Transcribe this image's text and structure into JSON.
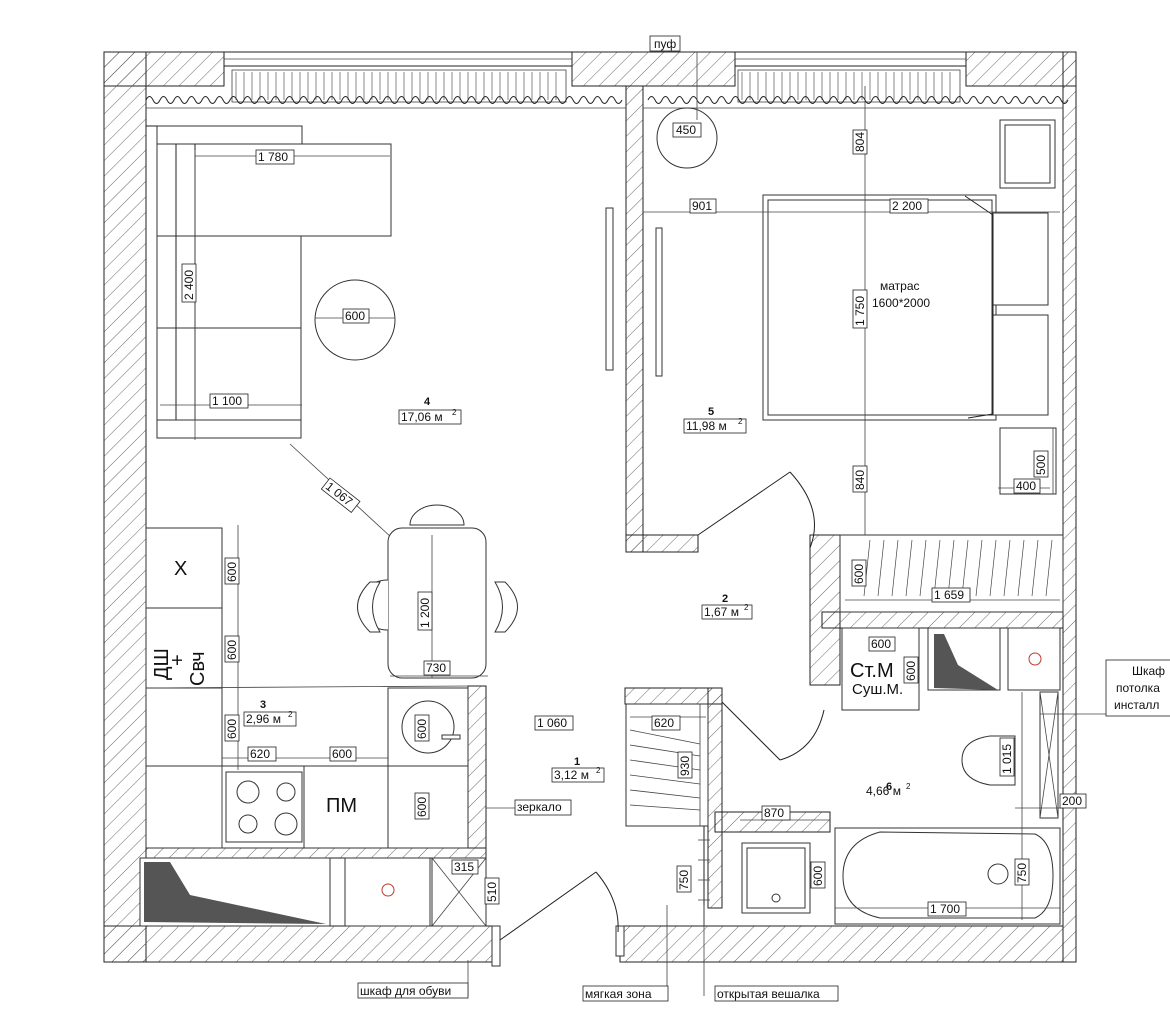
{
  "labels": {
    "pouf": "пуф",
    "mattress_title": "матрас",
    "mattress_size": "1600*2000",
    "wardrobe_note_l1": "Шкаф",
    "wardrobe_note_l2": "потолка",
    "wardrobe_note_l3": "инсталл",
    "shoe_cabinet": "шкаф для обуви",
    "soft_zone": "мягкая зона",
    "open_hanger": "открытая вешалка",
    "mirror": "зеркало",
    "freezer": "Х",
    "oven": "ДШ",
    "plus": "+",
    "microwave": "Свч",
    "dishwasher": "ПМ",
    "washer_line1": "Ст.М",
    "washer_line2": "Суш.М."
  },
  "rooms": [
    {
      "number": "4",
      "area": "17,06 м",
      "sup": "2"
    },
    {
      "number": "5",
      "area": "11,98 м",
      "sup": "2"
    },
    {
      "number": "2",
      "area": "1,67 м",
      "sup": "2"
    },
    {
      "number": "3",
      "area": "2,96 м",
      "sup": "2"
    },
    {
      "number": "1",
      "area": "3,12 м",
      "sup": "2"
    },
    {
      "number": "6",
      "area": "4,66 м",
      "sup": "2"
    }
  ],
  "dimensions": {
    "d_450": "450",
    "d_804": "804",
    "d_1780": "1 780",
    "d_901": "901",
    "d_2200": "2 200",
    "d_2400": "2 400",
    "d_600_table": "600",
    "d_1750": "1 750",
    "d_1100": "1 100",
    "d_1067": "1 067",
    "d_840": "840",
    "d_500": "500",
    "d_400": "400",
    "d_600_k1": "600",
    "d_600_k2": "600",
    "d_1200": "1 200",
    "d_600_closet": "600",
    "d_1659": "1 659",
    "d_600_wm": "600",
    "d_600_wm2": "600",
    "d_730": "730",
    "d_600_k3": "600",
    "d_600_sink": "600",
    "d_1060": "1 060",
    "d_620_hall": "620",
    "d_930": "930",
    "d_1015": "1 015",
    "d_620_k": "620",
    "d_600_k4": "600",
    "d_200": "200",
    "d_870": "870",
    "d_600_k5": "600",
    "d_315": "315",
    "d_510": "510",
    "d_750_hall": "750",
    "d_600_bsink": "600",
    "d_750_bath": "750",
    "d_1700": "1 700"
  }
}
